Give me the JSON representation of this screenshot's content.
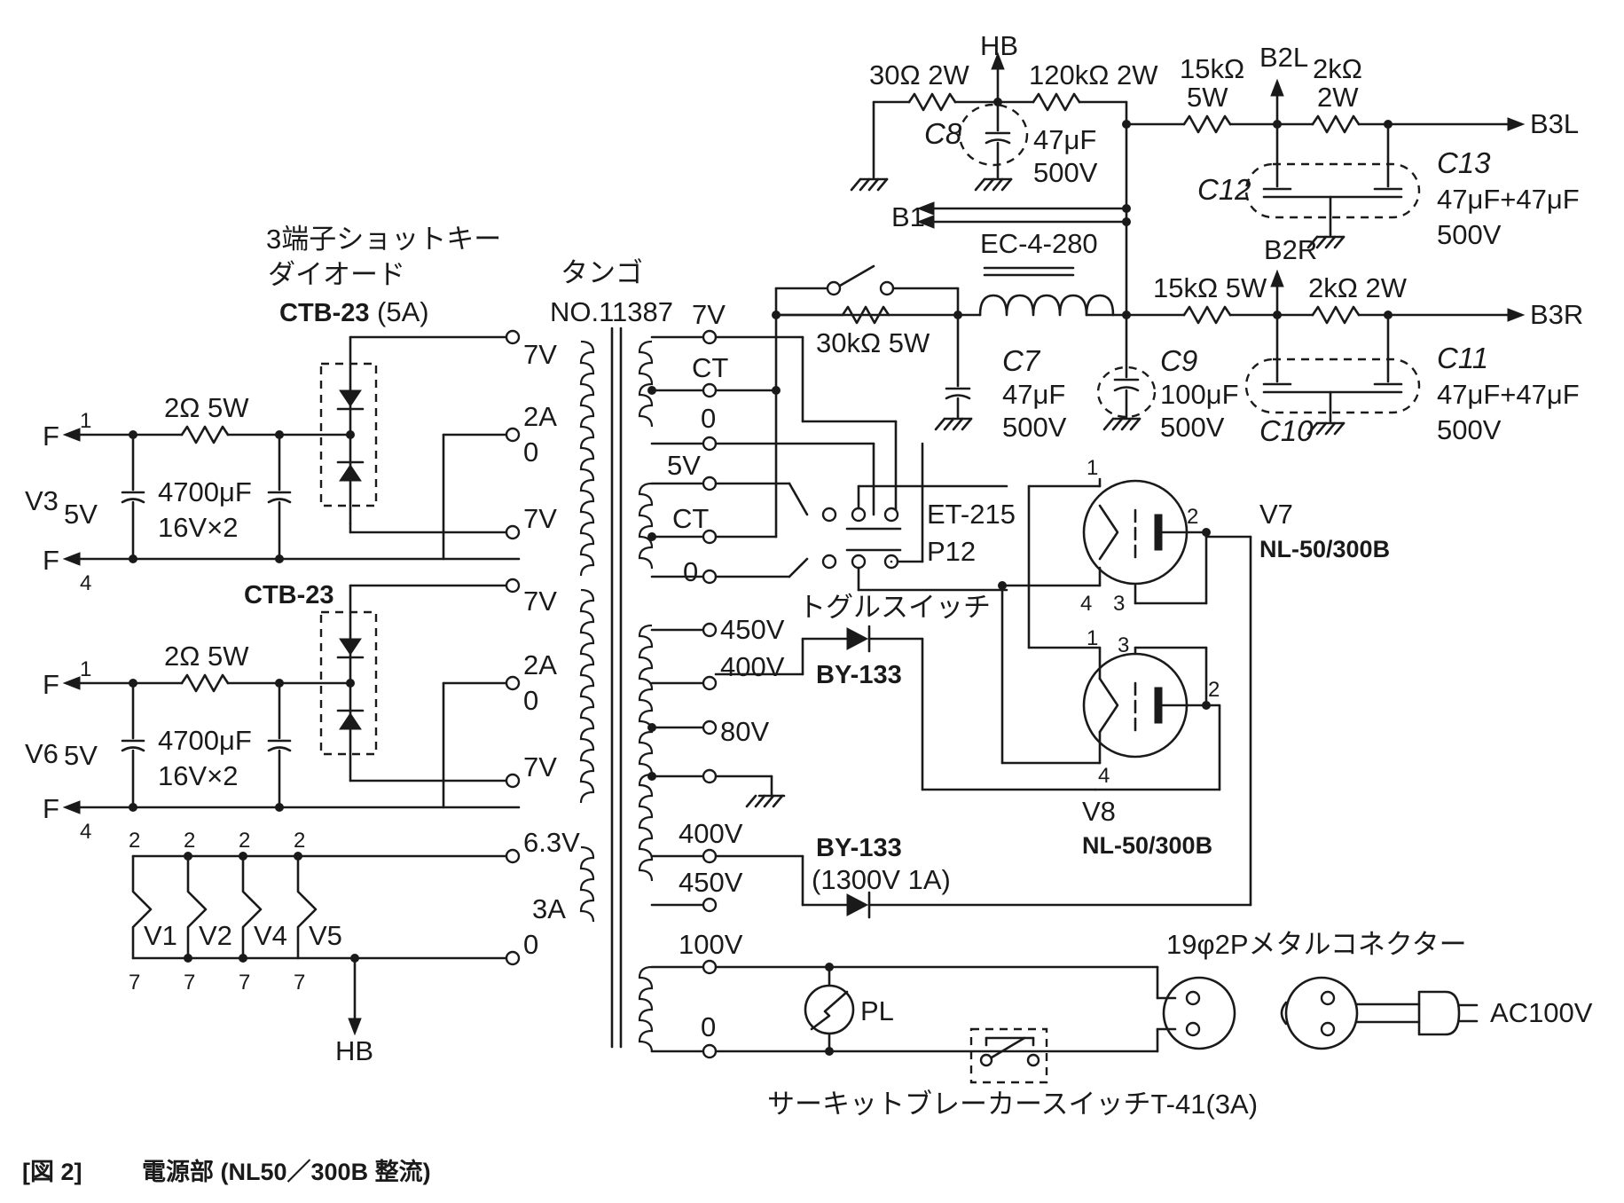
{
  "caption": {
    "number": "[図 2]",
    "title": "電源部 (NL50／300B 整流)"
  },
  "transformer": {
    "maker": "タンゴ",
    "model": "NO.11387"
  },
  "taps": {
    "t7v_a": "7V",
    "t2a_a": "2A",
    "t0_a": "0",
    "t7v_b": "7V",
    "t7v_c": "7V",
    "t2a_b": "2A",
    "t0_b": "0",
    "t7v_d": "7V",
    "t7v_e": "7V",
    "ct_a": "CT",
    "t0_c": "0",
    "t5v": "5V",
    "ct_b": "CT",
    "t0_d": "0",
    "t450_a": "450V",
    "t400_a": "400V",
    "t80": "80V",
    "t400_b": "400V",
    "t450_b": "450V",
    "t63": "6.3V",
    "t3a": "3A",
    "t0_e": "0",
    "t100": "100V",
    "t0_f": "0"
  },
  "diodes": {
    "schottky_label_1": "3端子ショットキー",
    "schottky_label_2": "ダイオード",
    "ctb_1": "CTB-23",
    "ctb_1_rating": "(5A)",
    "ctb_2": "CTB-23",
    "by133_a": "BY-133",
    "by133_b": "BY-133",
    "by133_rating": "(1300V 1A)"
  },
  "heater_supply": {
    "r_1": "2Ω 5W",
    "r_2": "2Ω 5W",
    "c_1": "4700μF",
    "c_1b": "16V×2",
    "c_2": "4700μF",
    "c_2b": "16V×2",
    "f_1": "F",
    "f_2": "F",
    "f_3": "F",
    "f_4": "F",
    "pin_1": "1",
    "pin_4": "4",
    "pin_1b": "1",
    "pin_4b": "4",
    "v3": "V3",
    "v3v": "5V",
    "v6": "V6",
    "v6v": "5V"
  },
  "heaters": {
    "v1": "V1",
    "v2": "V2",
    "v4": "V4",
    "v5": "V5",
    "p2": "2",
    "p7": "7",
    "hb": "HB"
  },
  "rectifiers": {
    "relay": "ET-215",
    "relay_b": "P12",
    "toggle": "トグルスイッチ",
    "v7": "V7",
    "v7_type": "NL-50/300B",
    "v8": "V8",
    "v8_type": "NL-50/300B",
    "p1": "1",
    "p2": "2",
    "p3": "3",
    "p4": "4"
  },
  "b_supply": {
    "r30": "30Ω 2W",
    "hb": "HB",
    "r120k": "120kΩ 2W",
    "r15k_l": "15kΩ",
    "r15k_l_w": "5W",
    "b2l": "B2L",
    "r2k_l": "2kΩ",
    "r2k_l_w": "2W",
    "b3l": "B3L",
    "c8": "C8",
    "c8v": "47μF",
    "c8w": "500V",
    "b1": "B1",
    "c12": "C12",
    "c13": "C13",
    "c13v": "47μF+47μF",
    "c13w": "500V",
    "choke": "EC-4-280",
    "r30k": "30kΩ 5W",
    "c7": "C7",
    "c7v": "47μF",
    "c7w": "500V",
    "c9": "C9",
    "c9v": "100μF",
    "c9w": "500V",
    "b2r": "B2R",
    "r15k_r": "15kΩ 5W",
    "r2k_r": "2kΩ 2W",
    "b3r": "B3R",
    "c10": "C10",
    "c11": "C11",
    "c11v": "47μF+47μF",
    "c11w": "500V"
  },
  "mains": {
    "pl": "PL",
    "connector": "19φ2Pメタルコネクター",
    "ac": "AC100V",
    "breaker": "サーキットブレーカースイッチT-41(3A)"
  }
}
